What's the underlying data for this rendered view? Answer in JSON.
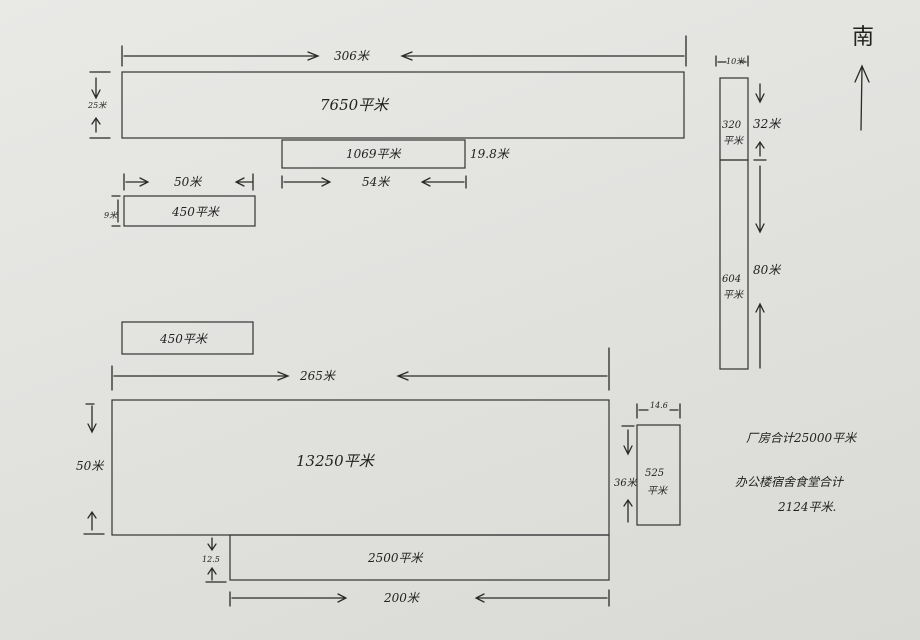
{
  "compass": {
    "label": "南"
  },
  "building_a": {
    "width": "306米",
    "depth": "25米",
    "area": "7650平米"
  },
  "building_b": {
    "area": "1069平米",
    "width": "54米",
    "depth": "19.8米"
  },
  "building_c": {
    "width": "50米",
    "depth": "9米",
    "area": "450平米"
  },
  "building_d": {
    "area": "450平米"
  },
  "building_e": {
    "width": "265米",
    "depth": "50米",
    "area": "13250平米"
  },
  "building_f": {
    "area": "2500平米",
    "width": "200米",
    "depth": "12.5"
  },
  "building_g": {
    "width": "14.6",
    "depth": "36米",
    "area_line1": "525",
    "area_line2": "平米"
  },
  "tower": {
    "width": "10米",
    "upper_line1": "320",
    "upper_line2": "平米",
    "upper_depth": "32米",
    "lower_line1": "604",
    "lower_line2": "平米",
    "lower_depth": "80米"
  },
  "summary": {
    "line1": "厂房合计25000平米",
    "line2": "办公楼宿舍食堂合计",
    "line3": "2124平米."
  }
}
